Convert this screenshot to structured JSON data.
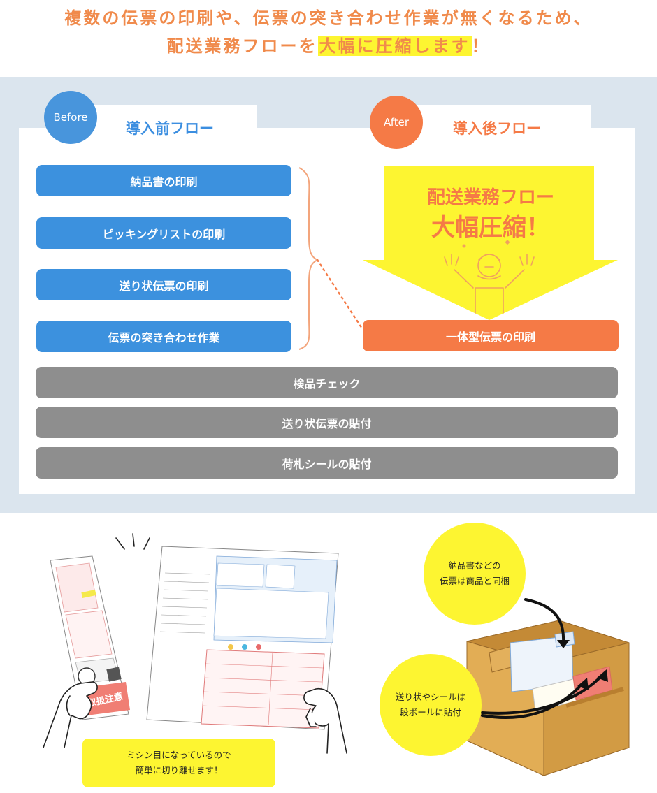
{
  "headline": {
    "line1": "複数の伝票の印刷や、伝票の突き合わせ作業が無くなるため、",
    "line2_pre": "配送業務フローを",
    "line2_highlight": "大幅に圧縮します",
    "line2_post": "！"
  },
  "before": {
    "badge": "Before",
    "title": "導入前フロー",
    "steps": [
      "納品書の印刷",
      "ピッキングリストの印刷",
      "送り状伝票の印刷",
      "伝票の突き合わせ作業"
    ]
  },
  "after": {
    "badge": "After",
    "title": "導入後フロー",
    "arrow_line1": "配送業務フロー",
    "arrow_line2": "大幅圧縮！",
    "step": "一体型伝票の印刷"
  },
  "common_steps": [
    "検品チェック",
    "送り状伝票の貼付",
    "荷札シールの貼付"
  ],
  "illustration": {
    "note_line1": "ミシン目になっているので",
    "note_line2": "簡単に切り離せます！",
    "label_caution": "取扱注意",
    "circle1_line1": "納品書などの",
    "circle1_line2": "伝票は商品と同梱",
    "circle2_line1": "送り状やシールは",
    "circle2_line2": "段ボールに貼付"
  },
  "colors": {
    "blue": "#3c91de",
    "orange": "#f57a46",
    "gray": "#8e8e8e",
    "yellow": "#fdf531",
    "flow_bg": "#dbe5ee"
  }
}
